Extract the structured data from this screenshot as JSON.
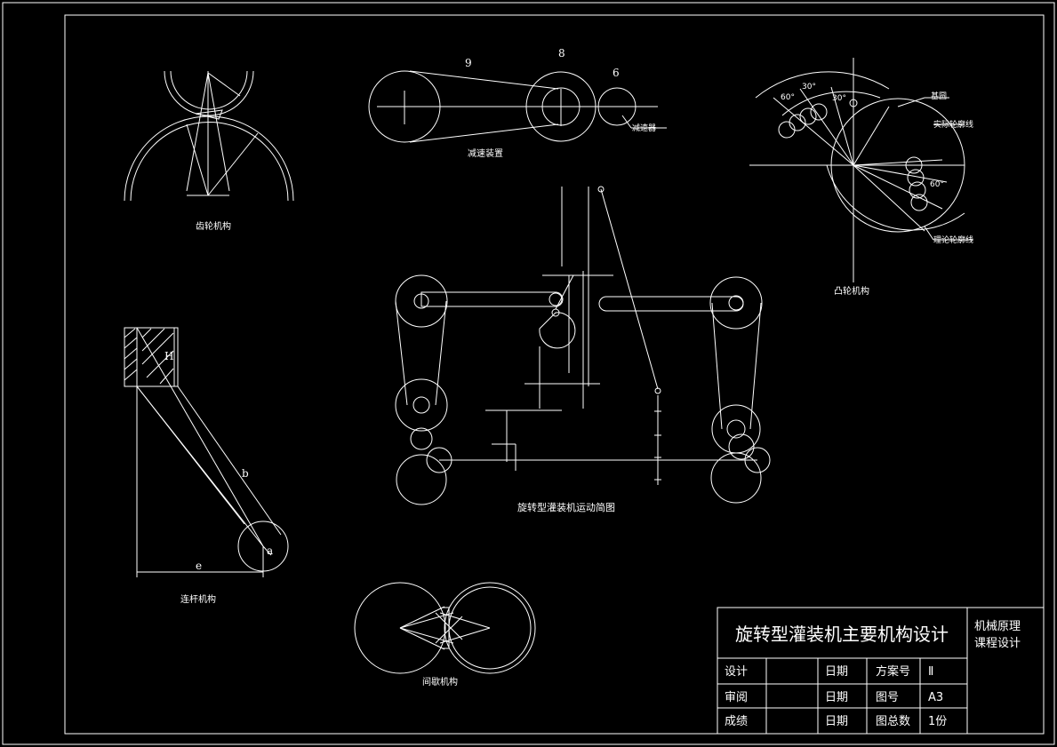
{
  "labels": {
    "gear_mechanism": "齿轮机构",
    "reducer": "减速装置",
    "reducer_motor": "减速器",
    "cam_mechanism": "凸轮机构",
    "base_circle": "基圆",
    "actual_profile": "实际轮廓线",
    "theory_profile": "理论轮廓线",
    "linkage": "连杆机构",
    "intermittent": "间歇机构",
    "main_diagram": "旋转型灌装机运动简图"
  },
  "belt_numbers": {
    "n9": "9",
    "n8": "8",
    "n6": "6"
  },
  "dims": {
    "H": "H",
    "b": "b",
    "a": "a",
    "e": "e",
    "ang1": "60°",
    "ang2": "30°",
    "ang3": "30°",
    "ang4": "60°"
  },
  "title_block": {
    "title": "旋转型灌装机主要机构设计",
    "course": "机械原理\n课程设计",
    "course_l1": "机械原理",
    "course_l2": "课程设计",
    "rows": [
      {
        "role": "设计",
        "date_label": "日期",
        "field": "方案号",
        "value": "Ⅱ"
      },
      {
        "role": "审阅",
        "date_label": "日期",
        "field": "图号",
        "value": "A3"
      },
      {
        "role": "成绩",
        "date_label": "日期",
        "field": "图总数",
        "value": "1份"
      }
    ]
  }
}
